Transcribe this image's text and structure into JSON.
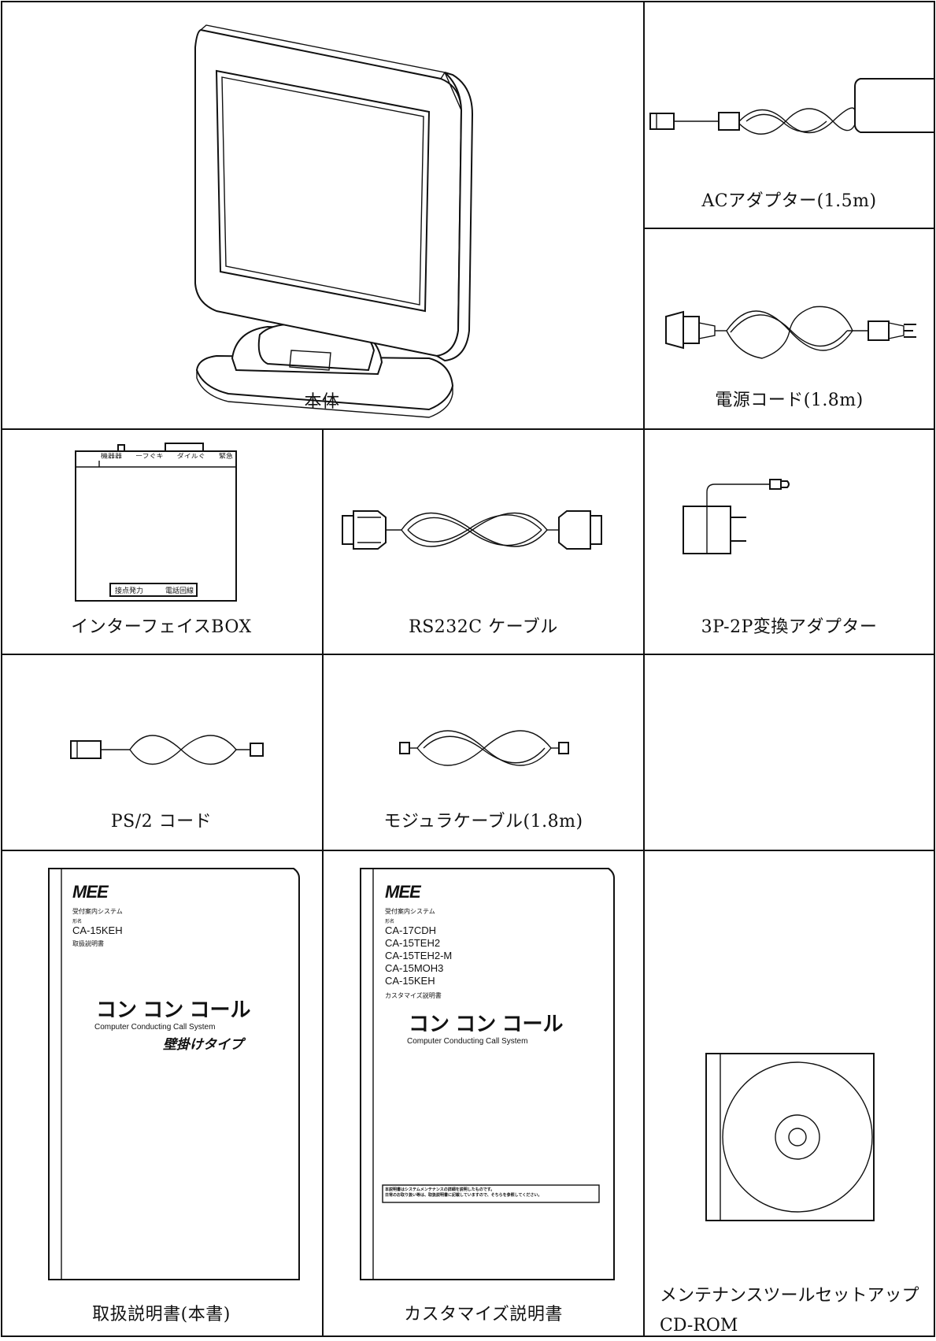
{
  "items": {
    "main_unit": {
      "label": "本体"
    },
    "ac_adapter": {
      "label": "ACアダプター(1.5m)"
    },
    "power_cord": {
      "label": "電源コード(1.8m)"
    },
    "interface_box": {
      "label": "インターフェイスBOX",
      "top_ports": [
        "機器器",
        "ーフぐキ",
        "ダイルぐ",
        "緊急"
      ],
      "bottom_ports": [
        "接点発力",
        "電話回線"
      ]
    },
    "rs232c": {
      "label": "RS232C ケーブル"
    },
    "conv_adapter": {
      "label": "3P-2P変換アダプター"
    },
    "ps2": {
      "label": "PS/2 コード"
    },
    "modular": {
      "label": "モジュラケーブル(1.8m)"
    },
    "manual": {
      "label": "取扱説明書(本書)",
      "brand": "MEE",
      "line1": "受付案内システム",
      "line2": "形名",
      "model": "CA-15KEH",
      "doc": "取扱説明書",
      "title": "コン コン コール",
      "subtitle": "Computer Conducting Call System",
      "variant": "壁掛けタイプ"
    },
    "custom_manual": {
      "label": "カスタマイズ説明書",
      "brand": "MEE",
      "line1": "受付案内システム",
      "line2": "形名",
      "models": [
        "CA-17CDH",
        "CA-15TEH2",
        "CA-15TEH2-M",
        "CA-15MOH3",
        "CA-15KEH"
      ],
      "doc": "カスタマイズ説明書",
      "title": "コン コン コール",
      "subtitle": "Computer Conducting Call System",
      "note1": "本説明書はシステムメンテナンスの詳細を説明したものです。",
      "note2": "日常のお取り扱い等は、取扱説明書に記載していますので、そちらを参照してください。"
    },
    "cdrom": {
      "label1": "メンテナンスツールセットアップ",
      "label2": "CD-ROM"
    }
  }
}
